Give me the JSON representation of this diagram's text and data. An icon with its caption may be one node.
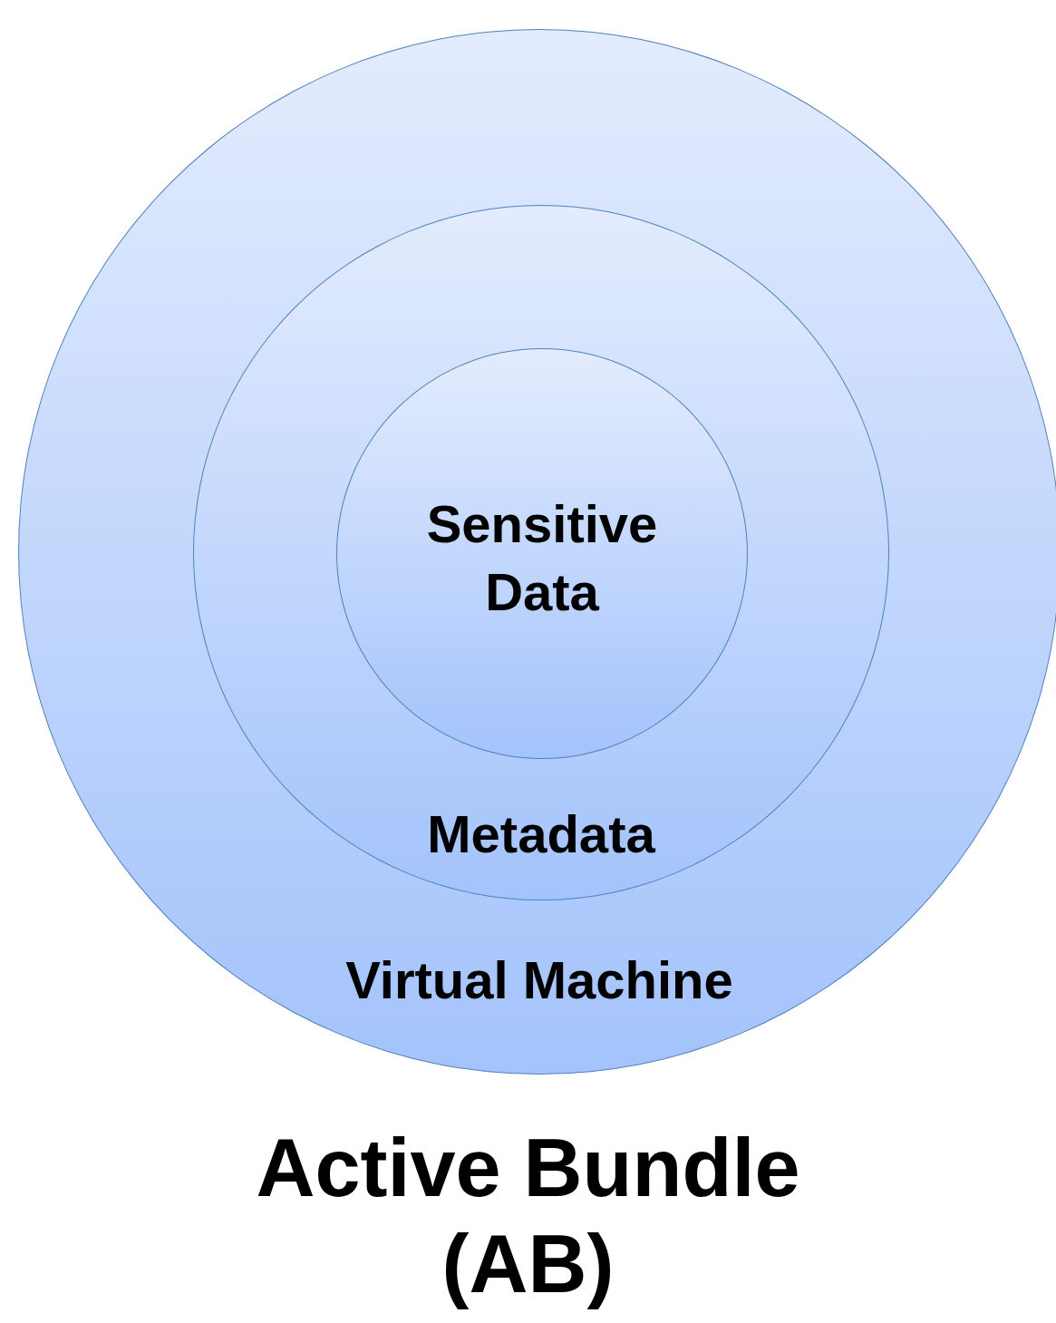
{
  "diagram": {
    "caption": "Active Bundle (AB)",
    "nodes": [
      {
        "text": [
          "Virtual Machine"
        ]
      },
      {
        "text": [
          "Metadata"
        ],
        "in": 0
      },
      {
        "text": [
          "Sensitive Data"
        ],
        "in": 1
      }
    ]
  }
}
